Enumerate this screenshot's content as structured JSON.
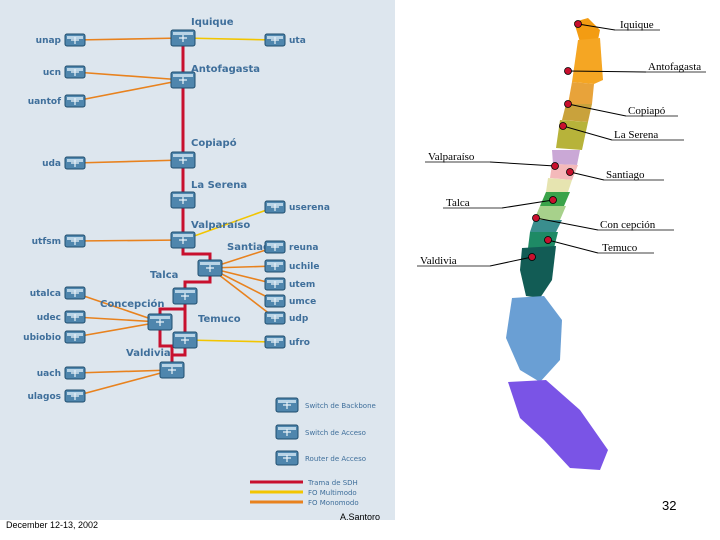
{
  "network": {
    "backbone": [
      "Iquique",
      "Antofagasta",
      "Copiapó",
      "La Serena",
      "Valparaíso",
      "Santiago",
      "Talca",
      "Concepción",
      "Temuco",
      "Valdivia"
    ],
    "left_nodes": [
      "unap",
      "ucn",
      "uantof",
      "uda",
      "utfsm",
      "utalca",
      "udec",
      "ubiobio",
      "uach",
      "ulagos"
    ],
    "right_nodes": [
      "uta",
      "userena",
      "reuna",
      "uchile",
      "utem",
      "umce",
      "udp",
      "ufro"
    ]
  },
  "legend": {
    "switches": [
      "Switch de Backbone",
      "Switch de Acceso",
      "Router de Acceso"
    ],
    "links": [
      {
        "label": "Trama de SDH",
        "color": "#c8102e"
      },
      {
        "label": "FO Multimodo",
        "color": "#f2c500"
      },
      {
        "label": "FO Monomodo",
        "color": "#e8821e"
      }
    ]
  },
  "map": {
    "cities": [
      "Iquique",
      "Antofagasta",
      "Copiapó",
      "La Serena",
      "Valparaíso",
      "Santiago",
      "Talca",
      "Con cepción",
      "Temuco",
      "Valdivia"
    ]
  },
  "footer": {
    "date": "December 12-13, 2002",
    "author": "A.Santoro",
    "page": "32"
  }
}
